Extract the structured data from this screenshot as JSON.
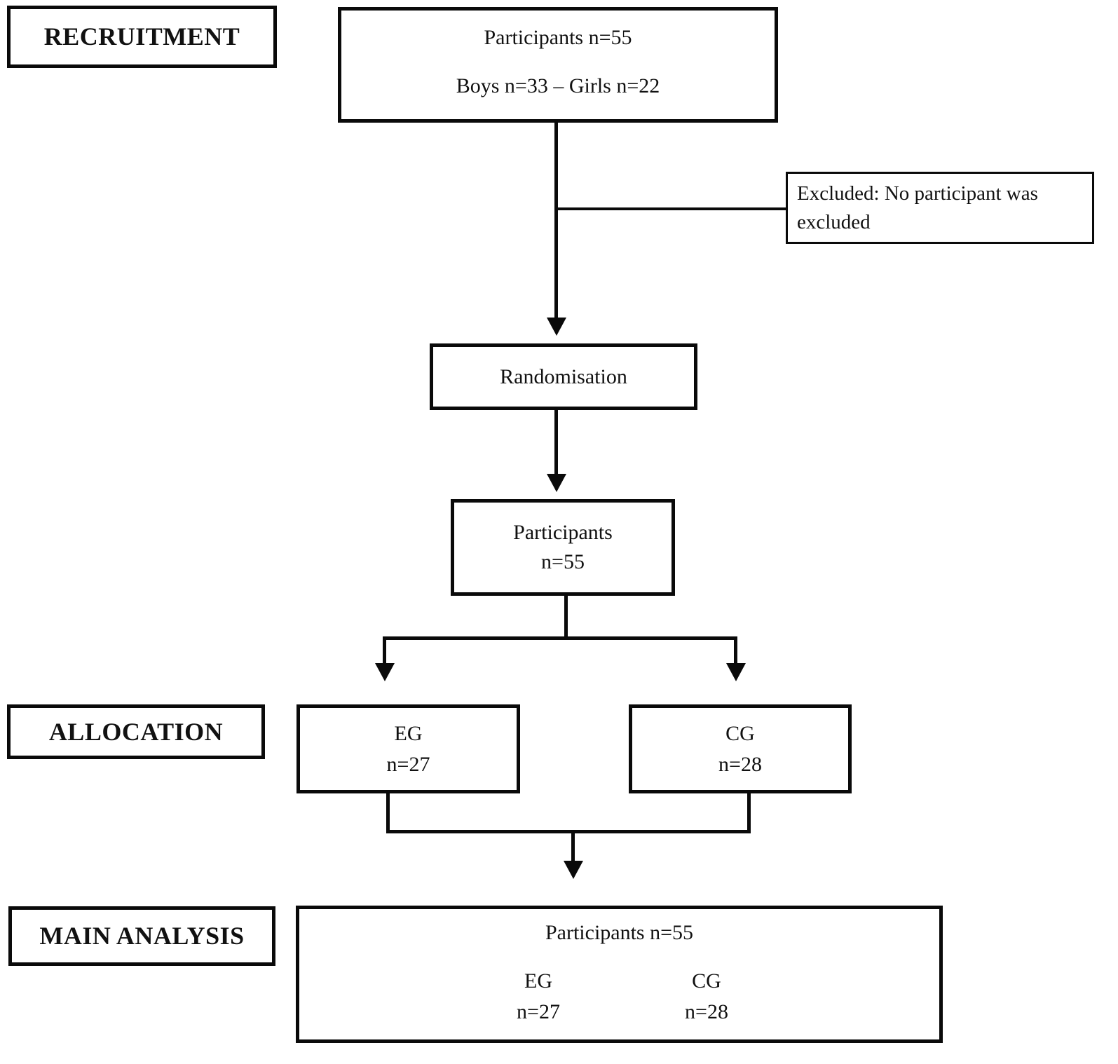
{
  "figure": {
    "background": "#ffffff",
    "line_color": "#0a0a0a",
    "text_color": "#111111",
    "stages": {
      "recruitment": "RECRUITMENT",
      "allocation": "ALLOCATION",
      "main_analysis": "MAIN ANALYSIS"
    },
    "recruited": {
      "line1": "Participants n=55",
      "line2": "Boys n=33 – Girls n=22"
    },
    "excluded": {
      "line1": "Excluded: No participant was",
      "line2": "excluded"
    },
    "randomisation": {
      "label": "Randomisation"
    },
    "randomised": {
      "line1": "Participants",
      "line2": "n=55"
    },
    "eg": {
      "line1": "EG",
      "line2": "n=27"
    },
    "cg": {
      "line1": "CG",
      "line2": "n=28"
    },
    "analysis": {
      "title": "Participants n=55",
      "eg_label": "EG",
      "eg_n": "n=27",
      "cg_label": "CG",
      "cg_n": "n=28"
    }
  }
}
